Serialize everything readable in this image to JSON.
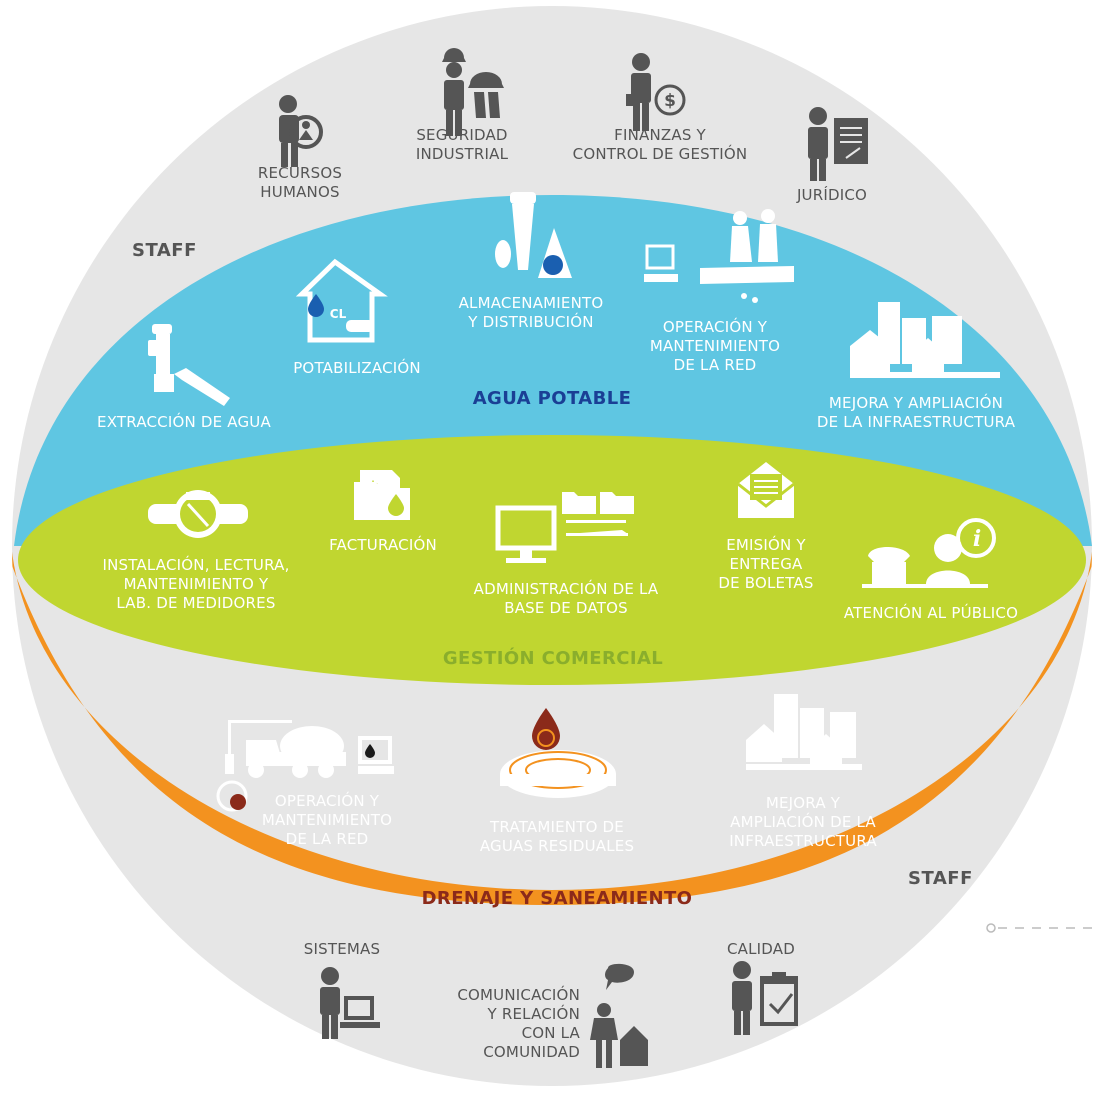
{
  "staff_label_top": "STAFF",
  "staff_label_bottom": "STAFF",
  "staff_top": {
    "recursos": [
      "RECURSOS",
      "HUMANOS"
    ],
    "seguridad": [
      "SEGURIDAD",
      "INDUSTRIAL"
    ],
    "finanzas": [
      "FINANZAS Y",
      "CONTROL DE GESTIÓN"
    ],
    "juridico": [
      "JURÍDICO"
    ]
  },
  "agua_potable": {
    "title": "AGUA POTABLE",
    "extraccion": [
      "EXTRACCIÓN DE AGUA"
    ],
    "potabilizacion": [
      "POTABILIZACIÓN"
    ],
    "almacenamiento": [
      "ALMACENAMIENTO",
      "Y DISTRIBUCIÓN"
    ],
    "operacion": [
      "OPERACIÓN Y",
      "MANTENIMIENTO",
      "DE LA RED"
    ],
    "mejora": [
      "MEJORA Y AMPLIACIÓN",
      "DE LA INFRAESTRUCTURA"
    ],
    "cl_label": "CL"
  },
  "gestion_comercial": {
    "title": "GESTIÓN COMERCIAL",
    "medidores": [
      "INSTALACIÓN, LECTURA,",
      "MANTENIMIENTO Y",
      "LAB. DE MEDIDORES"
    ],
    "facturacion": [
      "FACTURACIÓN"
    ],
    "base_datos": [
      "ADMINISTRACIÓN DE LA",
      "BASE DE DATOS"
    ],
    "boletas": [
      "EMISIÓN Y",
      "ENTREGA",
      "DE BOLETAS"
    ],
    "atencion": [
      "ATENCIÓN AL PÚBLICO"
    ]
  },
  "drenaje": {
    "title": "DRENAJE Y SANEAMIENTO",
    "operacion": [
      "OPERACIÓN Y",
      "MANTENIMIENTO",
      "DE LA RED"
    ],
    "tratamiento": [
      "TRATAMIENTO DE",
      "AGUAS RESIDUALES"
    ],
    "mejora": [
      "MEJORA Y",
      "AMPLIACIÓN DE LA",
      "INFRAESTRUCTURA"
    ]
  },
  "staff_bottom": {
    "sistemas": [
      "SISTEMAS"
    ],
    "comunicacion": [
      "COMUNICACIÓN",
      "Y RELACIÓN",
      "CON LA",
      "COMUNIDAD"
    ],
    "calidad": [
      "CALIDAD"
    ]
  },
  "colors": {
    "staff_grey": "#e6e6e6",
    "agua": "#5fc6e2",
    "gestion": "#c0d630",
    "drenaje": "#f3921f",
    "agua_title": "#1a3f95",
    "gestion_title": "#8aae2c",
    "drenaje_title": "#8b2a1a",
    "icon_grey": "#555555"
  }
}
